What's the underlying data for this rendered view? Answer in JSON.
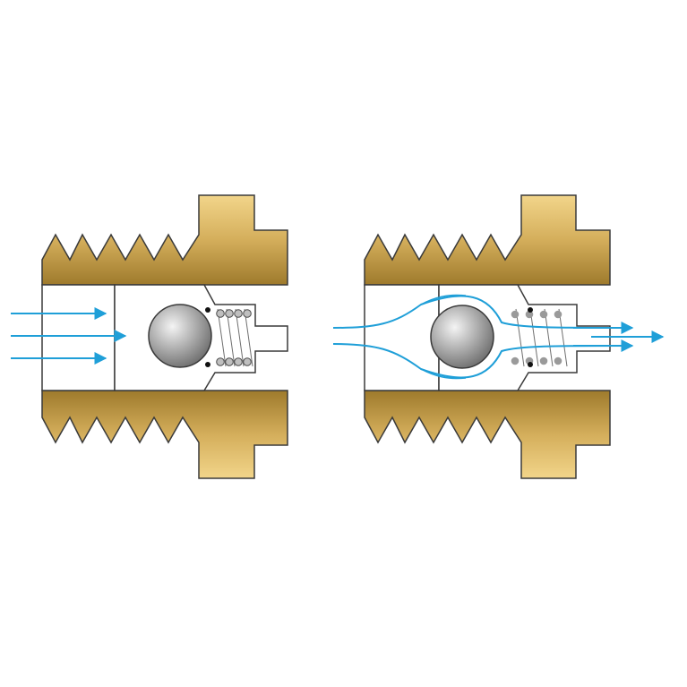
{
  "diagram": {
    "type": "check-valve-cross-section",
    "panels": [
      {
        "name": "valve-closed",
        "state": "closed",
        "flow": "blocked"
      },
      {
        "name": "valve-open",
        "state": "open",
        "flow": "passing"
      }
    ],
    "colors": {
      "background": "#ffffff",
      "brass_light": "#f2d58a",
      "brass_mid": "#d4ae5b",
      "brass_dark": "#9e7a2c",
      "outline": "#3a3a3a",
      "ball_light": "#f4f4f4",
      "ball_dark": "#6d6d6d",
      "spring_coil": "#9a9a9a",
      "flow_arrow": "#1f9fd8"
    },
    "icons": [
      "flow-arrow-icon",
      "ball-icon",
      "spring-icon"
    ]
  }
}
